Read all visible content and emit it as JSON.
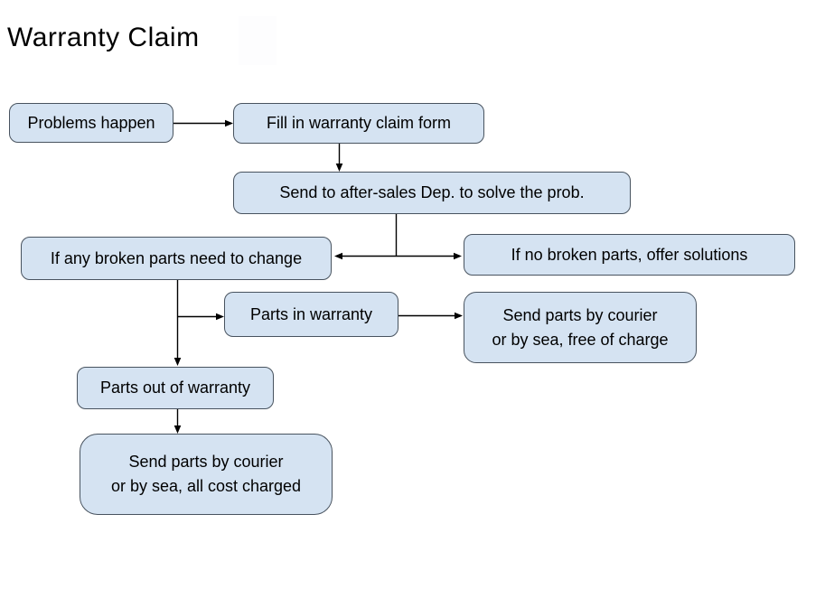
{
  "title": "Warranty Claim",
  "colors": {
    "background": "#ffffff",
    "node_fill": "#d5e3f2",
    "node_border": "#48535f",
    "arrow": "#000000",
    "text": "#000000"
  },
  "diagram": {
    "type": "flowchart",
    "nodes": [
      {
        "id": "problems-happen",
        "label": "Problems happen"
      },
      {
        "id": "fill-claim-form",
        "label": "Fill in warranty claim form"
      },
      {
        "id": "send-after-sales",
        "label": "Send to after-sales Dep. to solve the prob."
      },
      {
        "id": "broken-parts",
        "label": "If any broken parts need to change"
      },
      {
        "id": "no-broken-parts",
        "label": "If no broken parts, offer solutions"
      },
      {
        "id": "parts-in-warranty",
        "label": "Parts in warranty"
      },
      {
        "id": "send-free",
        "label": "Send parts by courier\nor by sea, free of charge"
      },
      {
        "id": "parts-out-warranty",
        "label": "Parts out of warranty"
      },
      {
        "id": "send-charged",
        "label": "Send parts by courier\nor by sea, all cost charged"
      }
    ],
    "edges": [
      {
        "from": "problems-happen",
        "to": "fill-claim-form"
      },
      {
        "from": "fill-claim-form",
        "to": "send-after-sales"
      },
      {
        "from": "send-after-sales",
        "to": "broken-parts"
      },
      {
        "from": "send-after-sales",
        "to": "no-broken-parts"
      },
      {
        "from": "broken-parts",
        "to": "parts-in-warranty"
      },
      {
        "from": "broken-parts",
        "to": "parts-out-warranty"
      },
      {
        "from": "parts-in-warranty",
        "to": "send-free"
      },
      {
        "from": "parts-out-warranty",
        "to": "send-charged"
      }
    ]
  }
}
